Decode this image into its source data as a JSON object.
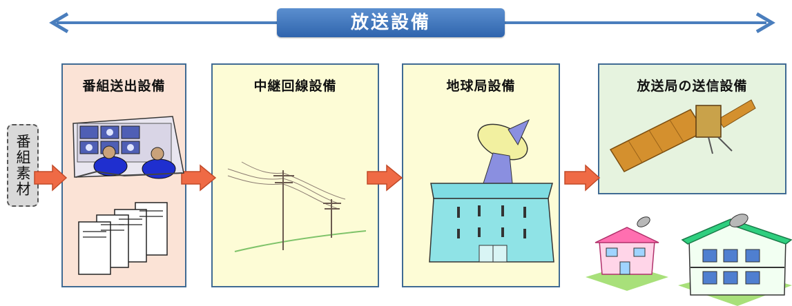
{
  "banner": {
    "label": "放送設備"
  },
  "source": {
    "label": "番組素材"
  },
  "stages": [
    {
      "title": "番組送出設備",
      "fill": "#fbe3d6"
    },
    {
      "title": "中継回線設備",
      "fill": "#fdfcd6"
    },
    {
      "title": "地球局設備",
      "fill": "#fdfcd6"
    },
    {
      "title": "放送局の送信設備",
      "fill": "#e6f3df"
    }
  ],
  "colors": {
    "border": "#3f6a93",
    "arrow_fill": "#ef6a45",
    "banner": "#3d73bf",
    "line_arrow": "#4a7ebd"
  },
  "icons": [
    "broadcast-console-icon",
    "server-racks-icon",
    "power-lines-icon",
    "satellite-dish-building-icon",
    "satellite-icon",
    "houses-icon"
  ]
}
